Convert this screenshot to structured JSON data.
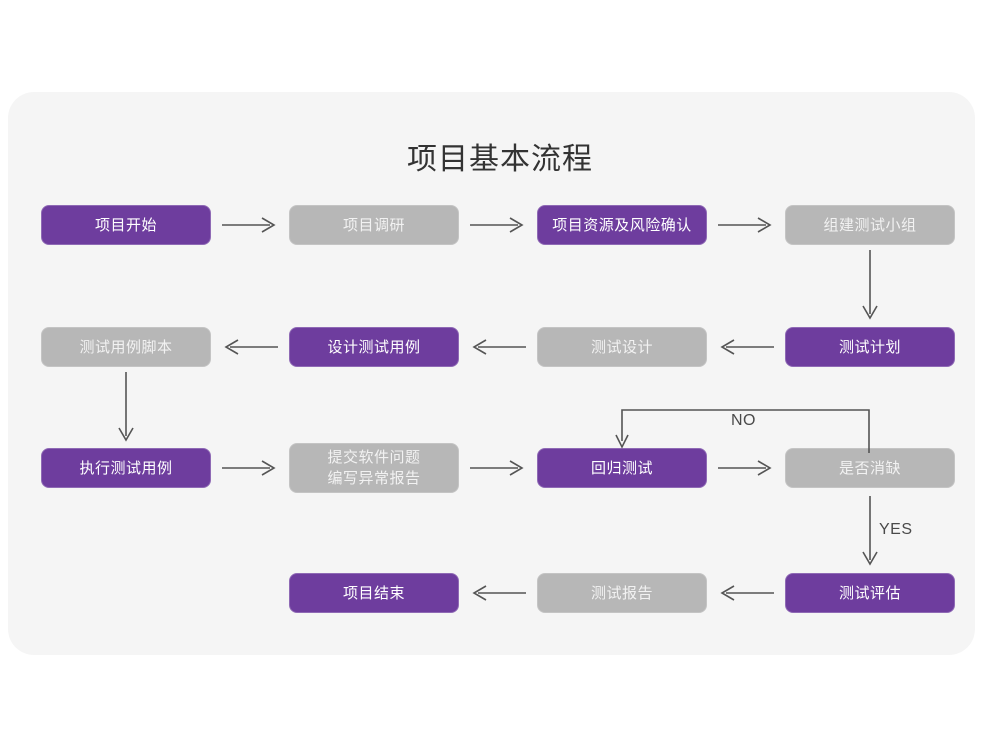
{
  "page": {
    "background": "#ffffff",
    "card_background": "#f5f5f5"
  },
  "colors": {
    "purple": "#6e3d9e",
    "purple_border": "#8f6ab5",
    "gray": "#b7b7b7",
    "gray_border": "#c4c4c4",
    "purple_text": "#ffffff",
    "gray_text": "#f2f2f2",
    "title_text": "#333333",
    "arrow": "#555555",
    "label_text": "#4a4a4a"
  },
  "title": "项目基本流程",
  "chart_data": {
    "type": "diagram",
    "title": "项目基本流程",
    "nodes": [
      {
        "id": "n1",
        "label": "项目开始",
        "style": "purple",
        "row": 1,
        "col": 1
      },
      {
        "id": "n2",
        "label": "项目调研",
        "style": "gray",
        "row": 1,
        "col": 2
      },
      {
        "id": "n3",
        "label": "项目资源及风险确认",
        "style": "purple",
        "row": 1,
        "col": 3
      },
      {
        "id": "n4",
        "label": "组建测试小组",
        "style": "gray",
        "row": 1,
        "col": 4
      },
      {
        "id": "n5",
        "label": "测试用例脚本",
        "style": "gray",
        "row": 2,
        "col": 1
      },
      {
        "id": "n6",
        "label": "设计测试用例",
        "style": "purple",
        "row": 2,
        "col": 2
      },
      {
        "id": "n7",
        "label": "测试设计",
        "style": "gray",
        "row": 2,
        "col": 3
      },
      {
        "id": "n8",
        "label": "测试计划",
        "style": "purple",
        "row": 2,
        "col": 4
      },
      {
        "id": "n9",
        "label": "执行测试用例",
        "style": "purple",
        "row": 3,
        "col": 1
      },
      {
        "id": "n10",
        "label": "提交软件问题\n编写异常报告",
        "style": "gray",
        "row": 3,
        "col": 2
      },
      {
        "id": "n11",
        "label": "回归测试",
        "style": "purple",
        "row": 3,
        "col": 3
      },
      {
        "id": "n12",
        "label": "是否消缺",
        "style": "gray",
        "row": 3,
        "col": 4
      },
      {
        "id": "n13",
        "label": "项目结束",
        "style": "purple",
        "row": 4,
        "col": 2
      },
      {
        "id": "n14",
        "label": "测试报告",
        "style": "gray",
        "row": 4,
        "col": 3
      },
      {
        "id": "n15",
        "label": "测试评估",
        "style": "purple",
        "row": 4,
        "col": 4
      }
    ],
    "edges": [
      {
        "from": "n1",
        "to": "n2",
        "dir": "right",
        "label": ""
      },
      {
        "from": "n2",
        "to": "n3",
        "dir": "right",
        "label": ""
      },
      {
        "from": "n3",
        "to": "n4",
        "dir": "right",
        "label": ""
      },
      {
        "from": "n4",
        "to": "n8",
        "dir": "down",
        "label": ""
      },
      {
        "from": "n8",
        "to": "n7",
        "dir": "left",
        "label": ""
      },
      {
        "from": "n7",
        "to": "n6",
        "dir": "left",
        "label": ""
      },
      {
        "from": "n6",
        "to": "n5",
        "dir": "left",
        "label": ""
      },
      {
        "from": "n5",
        "to": "n9",
        "dir": "down",
        "label": ""
      },
      {
        "from": "n9",
        "to": "n10",
        "dir": "right",
        "label": ""
      },
      {
        "from": "n10",
        "to": "n11",
        "dir": "right",
        "label": ""
      },
      {
        "from": "n11",
        "to": "n12",
        "dir": "right",
        "label": ""
      },
      {
        "from": "n12",
        "to": "n11",
        "dir": "loop-up-left",
        "label": "NO"
      },
      {
        "from": "n12",
        "to": "n15",
        "dir": "down",
        "label": "YES"
      },
      {
        "from": "n15",
        "to": "n14",
        "dir": "left",
        "label": ""
      },
      {
        "from": "n14",
        "to": "n13",
        "dir": "left",
        "label": ""
      }
    ],
    "labels": {
      "no": "NO",
      "yes": "YES"
    }
  }
}
